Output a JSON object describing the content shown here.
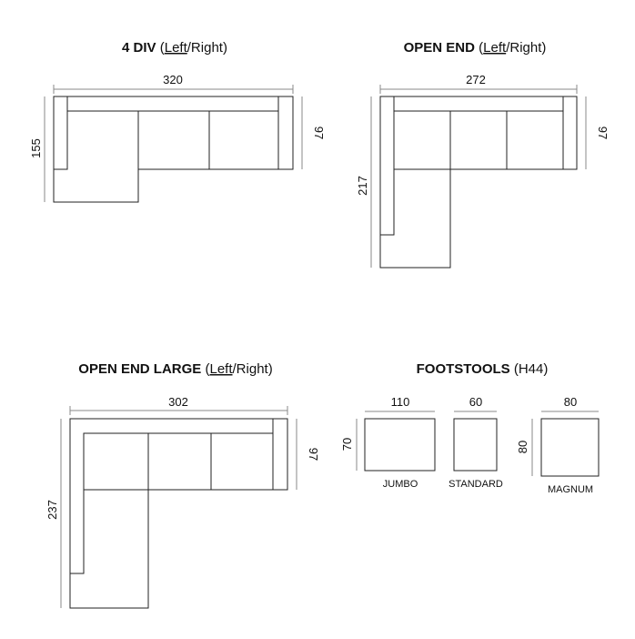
{
  "sofa_4div": {
    "title_bold": "4 DIV",
    "title_open": " (",
    "title_left": "Left",
    "title_rest": "/Right)",
    "width": "320",
    "depth": "155",
    "seat_depth": "97"
  },
  "open_end": {
    "title_bold": "OPEN END",
    "title_open": " (",
    "title_left": "Left",
    "title_rest": "/Right)",
    "width": "272",
    "depth": "217",
    "seat_depth": "97"
  },
  "open_end_large": {
    "title_bold": "OPEN END LARGE",
    "title_open": " (",
    "title_left": "Left",
    "title_rest": "/Right)",
    "width": "302",
    "depth": "237",
    "seat_depth": "97"
  },
  "footstools": {
    "title_bold": "FOOTSTOOLS",
    "title_rest": " (H44)",
    "jumbo": {
      "width": "110",
      "depth": "70",
      "name": "JUMBO"
    },
    "standard": {
      "width": "60",
      "name": "STANDARD"
    },
    "magnum": {
      "width": "80",
      "depth": "80",
      "name": "MAGNUM"
    }
  }
}
